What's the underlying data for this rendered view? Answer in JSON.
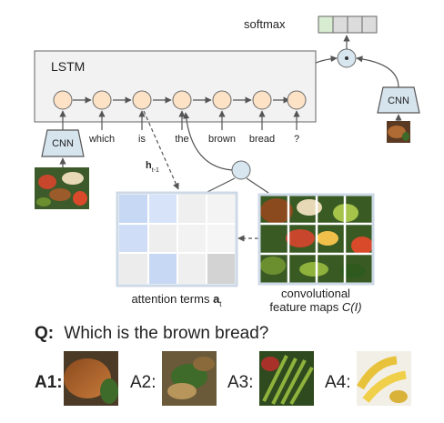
{
  "diagram": {
    "softmax_label": "softmax",
    "lstm_label": "LSTM",
    "cnn_left_label": "CNN",
    "cnn_right_label": "CNN",
    "words": [
      "which",
      "is",
      "the",
      "brown",
      "bread",
      "?"
    ],
    "h_label_main": "h",
    "h_label_sub": "t-1",
    "attention_label_main": "attention terms ",
    "attention_label_bold": "a",
    "attention_label_sub": "t",
    "feature_label_line1": "convolutional",
    "feature_label_line2_prefix": "feature maps ",
    "feature_label_line2_italic": "C(I)",
    "attention_grid": [
      [
        0.85,
        0.75,
        0.15,
        0.1
      ],
      [
        0.7,
        0.2,
        0.1,
        0.05
      ],
      [
        0.15,
        0.7,
        0.1,
        0.35
      ]
    ],
    "colors": {
      "node_fill": "#fde2c6",
      "node_stroke": "#6a6a6a",
      "softmax_fill": "#d8ecd2",
      "attention_blue": "#c7d8f5",
      "attention_gray": "#ececec",
      "attention_dark": "#cfcfcf",
      "circle_fill": "#d8e6f0"
    }
  },
  "question": {
    "prefix": "Q:",
    "text": "Which is the brown bread?"
  },
  "answers": [
    {
      "label": "A1:",
      "image": "brown-bread-crop"
    },
    {
      "label": "A2:",
      "image": "vegetable-crop"
    },
    {
      "label": "A3:",
      "image": "green-vegetable-crop"
    },
    {
      "label": "A4:",
      "image": "banana-crop"
    }
  ]
}
